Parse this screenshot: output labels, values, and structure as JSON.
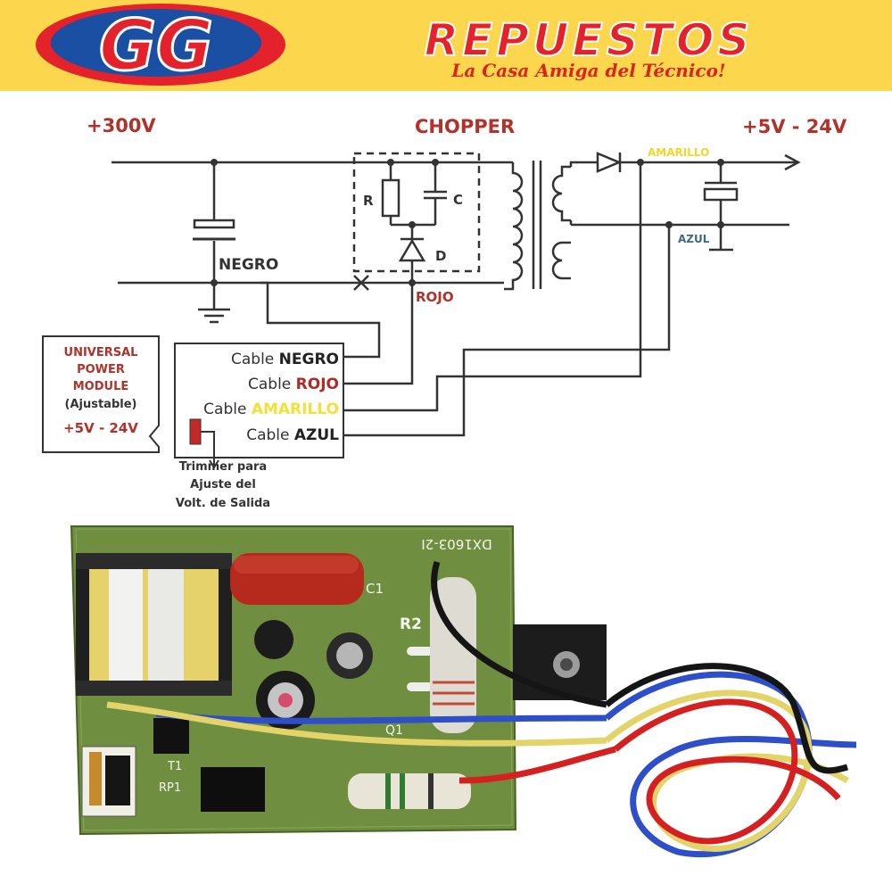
{
  "banner": {
    "logo_letters": "GG",
    "brand": "REPUESTOS",
    "tagline": "La Casa Amiga del Técnico!",
    "colors": {
      "background": "#fcd74e",
      "red": "#e4222b",
      "blue": "#1a4fa3"
    }
  },
  "schematic": {
    "input_voltage": "+300V",
    "title": "CHOPPER",
    "output_voltage": "+5V - 24V",
    "labels": {
      "resistor": "R",
      "capacitor": "C",
      "diode": "D",
      "negro": "NEGRO",
      "rojo": "ROJO",
      "amarillo": "AMARILLO",
      "azul": "AZUL"
    },
    "module": {
      "line1": "UNIVERSAL",
      "line2": "POWER",
      "line3": "MODULE",
      "line4": "(Ajustable)",
      "line5": "+5V  - 24V"
    },
    "cables": [
      {
        "prefix": "Cable",
        "name": "NEGRO",
        "color": "#222222"
      },
      {
        "prefix": "Cable",
        "name": "ROJO",
        "color": "#b02a2a"
      },
      {
        "prefix": "Cable",
        "name": "AMARILLO",
        "color": "#f2e13a"
      },
      {
        "prefix": "Cable",
        "name": "AZUL",
        "color": "#222222"
      }
    ],
    "trimmer_note": {
      "line1": "Trimmer para",
      "line2": "Ajuste del",
      "line3": "Volt. de Salida"
    }
  },
  "board": {
    "silkscreen": {
      "part_no": "DX1603-2I",
      "c1": "C1",
      "r2": "R2",
      "q1": "Q1",
      "t1": "T1",
      "rp1": "RP1"
    }
  }
}
